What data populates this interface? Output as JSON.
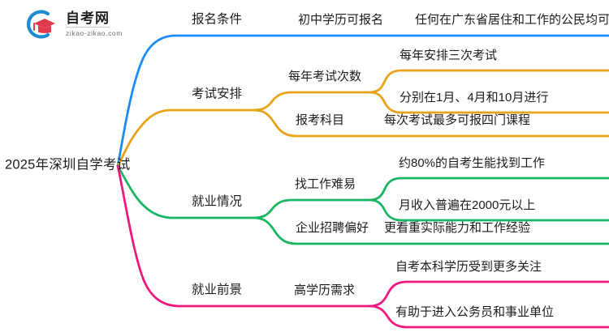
{
  "logo": {
    "name": "zikao-logo",
    "title": "自考网",
    "domain": "zikao-zikao.com",
    "arc_color": "#1d8bd1",
    "cap_color": "#e03a4e"
  },
  "mindmap": {
    "root": {
      "label": "2025年深圳自学考试"
    },
    "branches": [
      {
        "label": "报名条件",
        "color": "#1a8cf5",
        "children": [
          {
            "label": "初中学历可报名",
            "children": [
              {
                "label": "任何在广东省居住和工作的公民均可报名"
              }
            ]
          }
        ]
      },
      {
        "label": "考试安排",
        "color": "#e8a317",
        "children": [
          {
            "label": "每年考试次数",
            "children": [
              {
                "label": "每年安排三次考试"
              },
              {
                "label": "分别在1月、4月和10月进行"
              }
            ]
          },
          {
            "label": "报考科目",
            "children": [
              {
                "label": "每次考试最多可报四门课程"
              }
            ]
          }
        ]
      },
      {
        "label": "就业情况",
        "color": "#18b563",
        "children": [
          {
            "label": "找工作难易",
            "children": [
              {
                "label": "约80%的自考生能找到工作"
              },
              {
                "label": "月收入普遍在2000元以上"
              }
            ]
          },
          {
            "label": "企业招聘偏好",
            "children": [
              {
                "label": "更看重实际能力和工作经验"
              }
            ]
          }
        ]
      },
      {
        "label": "就业前景",
        "color": "#f0187f",
        "children": [
          {
            "label": "高学历需求",
            "children": [
              {
                "label": "自考本科学历受到更多关注"
              },
              {
                "label": "有助于进入公务员和事业单位"
              }
            ]
          }
        ]
      }
    ]
  }
}
